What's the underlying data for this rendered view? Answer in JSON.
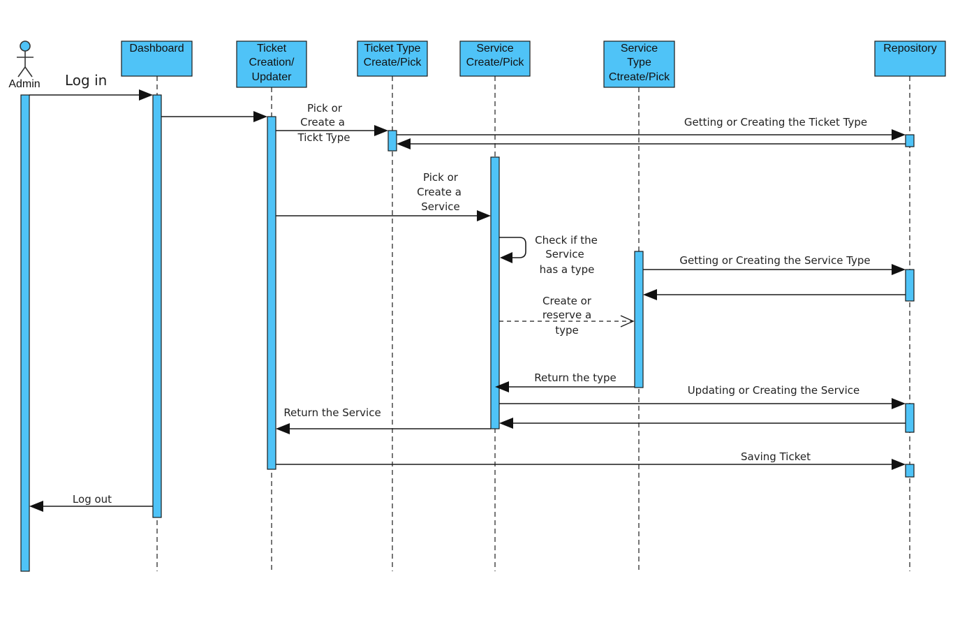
{
  "participants": {
    "admin": "Admin",
    "dashboard": "Dashboard",
    "ticket": [
      "Ticket",
      "Creation/",
      "Updater"
    ],
    "ticket_type": [
      "Ticket Type",
      "Create/Pick"
    ],
    "service": [
      "Service",
      "Create/Pick"
    ],
    "service_type": [
      "Service",
      "Type",
      "Ctreate/Pick"
    ],
    "repository": "Repository"
  },
  "messages": {
    "login": "Log in",
    "pick_ticket_type": [
      "Pick or",
      "Create a",
      "Tickt Type"
    ],
    "get_ticket_type": "Getting or Creating the Ticket Type",
    "pick_service": [
      "Pick or",
      "Create a",
      "Service"
    ],
    "check_service": [
      "Check  if the",
      "Service",
      "has a type"
    ],
    "get_service_type": "Getting or Creating the Service Type",
    "create_reserve": [
      "Create or",
      "reserve a",
      "type"
    ],
    "return_type": "Return the type",
    "update_service": "Updating or Creating the Service",
    "return_service": "Return the Service",
    "saving_ticket": "Saving Ticket",
    "logout": "Log out"
  },
  "colors": {
    "box": "#4fc3f7",
    "line": "#1a1a1a"
  }
}
